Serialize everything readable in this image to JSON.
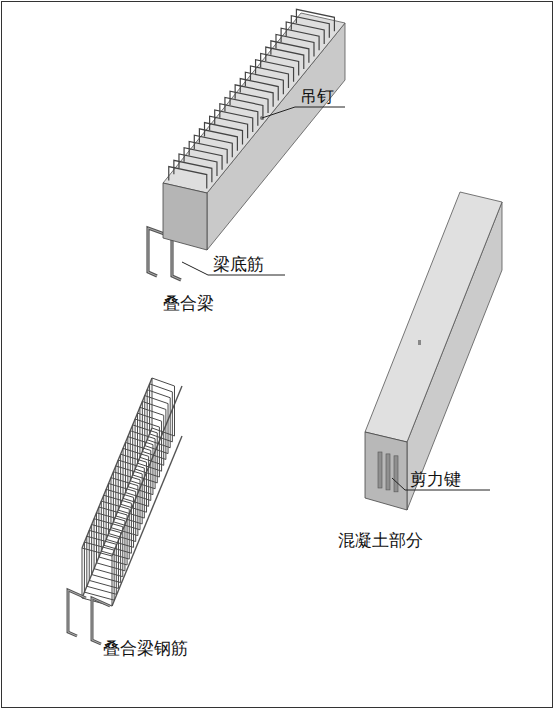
{
  "diagram": {
    "labels": [
      "吊钉",
      "梁底筋",
      "叠合梁",
      "剪力键",
      "混凝土部分",
      "叠合梁钢筋"
    ]
  }
}
